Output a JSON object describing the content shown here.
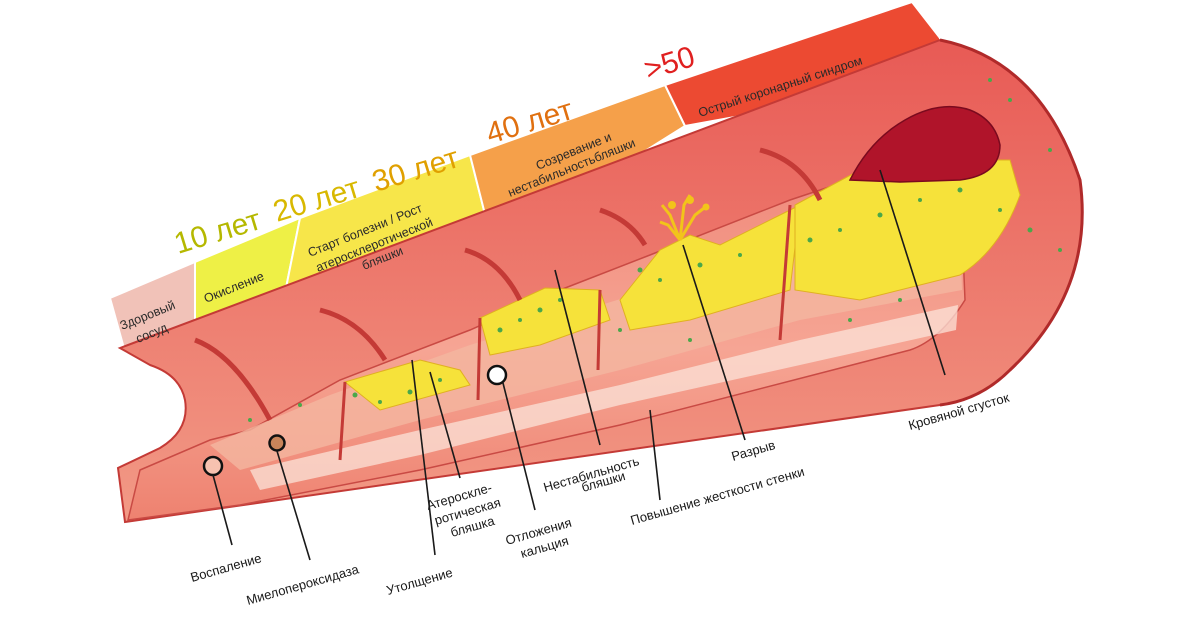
{
  "ages": {
    "a10": "10 лет",
    "a20": "20 лет",
    "a30": "30 лет",
    "a40": "40 лет",
    "a50": ">50"
  },
  "stages": {
    "healthy_l1": "Здоровый",
    "healthy_l2": "сосуд",
    "oxidation": "Окисление",
    "start_l1": "Старт болезни / Рост",
    "start_l2": "атеросклеротической",
    "start_l3": "бляшки",
    "maturation_l1": "Созревание и",
    "maturation_l2": "нестабильностьбляшки",
    "acs": "Острый коронарный синдром"
  },
  "callouts": {
    "inflammation": "Воспаление",
    "mpo": "Миелопероксидаза",
    "thickening": "Утолщение",
    "plaque_l1": "Атероскле-",
    "plaque_l2": "ротическая",
    "plaque_l3": "бляшка",
    "calcium_l1": "Отложения",
    "calcium_l2": "кальция",
    "instability_l1": "Нестабильность",
    "instability_l2": "бляшки",
    "stiffness": "Повышение жесткости стенки",
    "rupture": "Разрыв",
    "clot": "Кровяной сгусток"
  },
  "colors": {
    "age_green": "#b5b800",
    "age_yellow": "#e0a800",
    "age_orange": "#e06a10",
    "age_red": "#e02020",
    "vessel": "#e8756a",
    "plaque": "#f6e23a",
    "clot": "#b0142a"
  }
}
